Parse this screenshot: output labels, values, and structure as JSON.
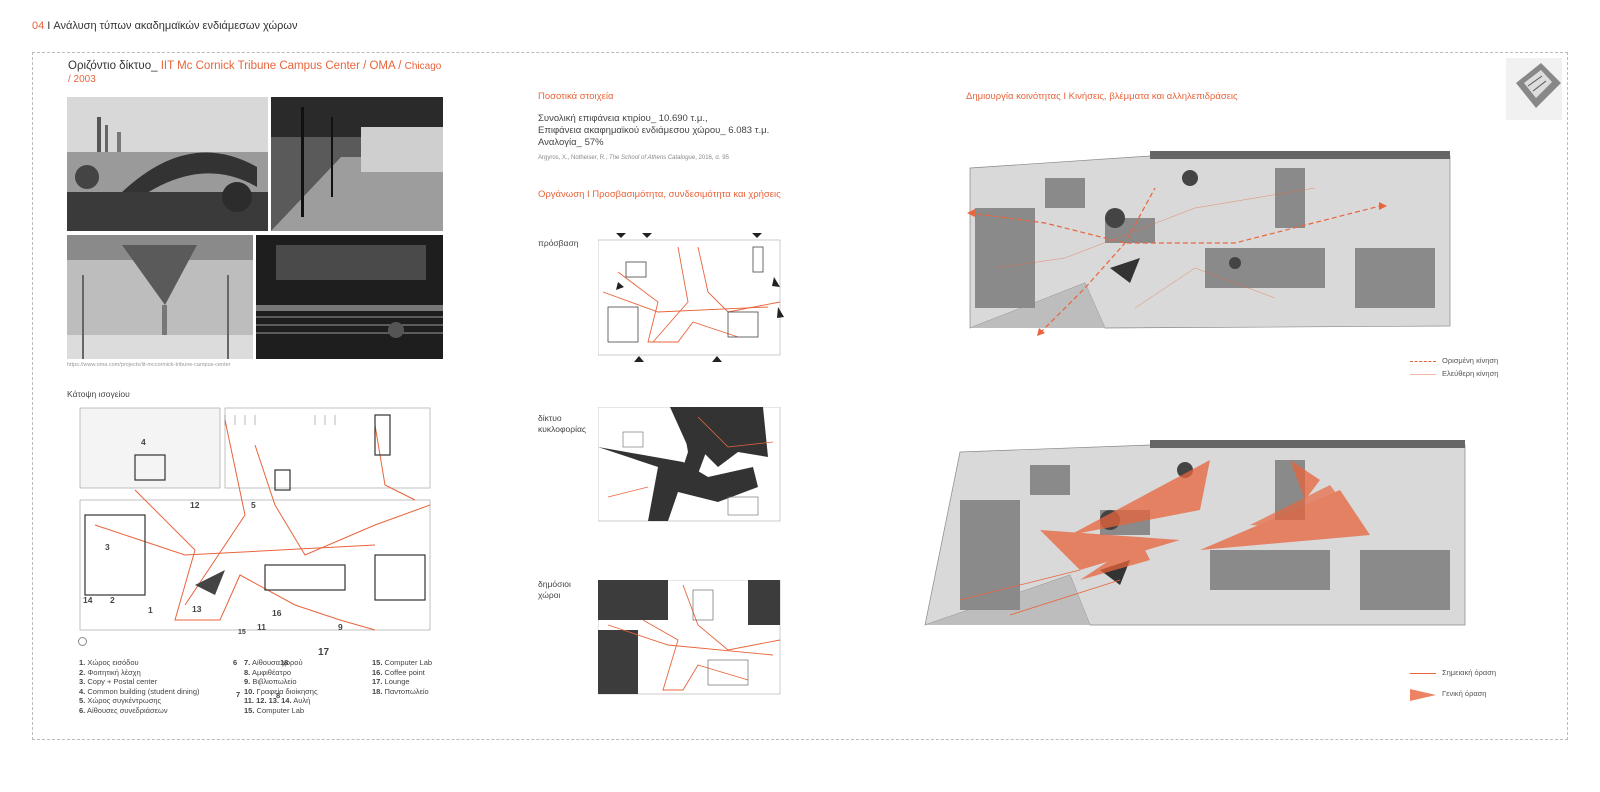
{
  "header": {
    "num": "04",
    "sep": " I ",
    "title": "Ανάλυση τύπων ακαδημαϊκών ενδιάμεσων χώρων"
  },
  "project": {
    "prefix": "Οριζόντιο δίκτυο_ ",
    "name": "IIT Mc Cornick Tribune Campus Center / OMA / ",
    "location": "Chicago",
    "year": "/ 2003"
  },
  "photo_credit": "https://www.oma.com/projects/iit-mccormick-tribune-campus-center",
  "ground_floor_label": "Κάτοψη ισογείου",
  "plan_numbers": [
    "4",
    "12",
    "5",
    "3",
    "14",
    "2",
    "1",
    "13",
    "16",
    "15",
    "11",
    "9",
    "17"
  ],
  "legend": {
    "col1": [
      {
        "n": "1.",
        "t": "Χώρος εισόδου"
      },
      {
        "n": "2.",
        "t": "Φοιτητική λέσχη"
      },
      {
        "n": "3.",
        "t": "Copy + Postal center"
      },
      {
        "n": "4.",
        "t": "Common building (student dining)"
      },
      {
        "n": "5.",
        "t": "Χώρος συγκέντρωσης"
      },
      {
        "n": "6.",
        "t": "Αίθουσες συνεδριάσεων"
      }
    ],
    "col2": [
      {
        "n": "7.",
        "t": "Αίθουσα χορού"
      },
      {
        "n": "8.",
        "t": "Αμφιθέατρο"
      },
      {
        "n": "9.",
        "t": "Βιβλιοπωλείο"
      },
      {
        "n": "10.",
        "t": "Γραφεία διοίκησης"
      },
      {
        "n": "11. 12. 13. 14.",
        "t": "Αυλή"
      },
      {
        "n": "15.",
        "t": "Computer Lab"
      }
    ],
    "col3": [
      {
        "n": "15.",
        "t": "Computer Lab"
      },
      {
        "n": "16.",
        "t": "Coffee point"
      },
      {
        "n": "17.",
        "t": "Lounge"
      },
      {
        "n": "18.",
        "t": "Παντοπωλείο"
      }
    ],
    "stray": [
      "6",
      "7",
      "18",
      "8"
    ]
  },
  "quant": {
    "heading": "Ποσοτικά στοιχεία",
    "lines": [
      "Συνολική επιφάνεια κτιρίου_ 10.690 τ.μ.,",
      "Επιφάνεια ακαφημαϊκού ενδιάμεσου χώρου_ 6.083 τ.μ.",
      "Αναλογία_ 57%"
    ],
    "cite_pre": "Argyros, X., Notheiser, R., ",
    "cite_title": "The School of Athens Catalogue",
    "cite_post": ", 2016, σ. 95"
  },
  "org": {
    "heading": "Οργάνωση I Προσβασιμότητα, συνδεσιμότητα και χρήσεις",
    "labels": [
      "πρόσβαση",
      "δίκτυο κυκλοφορίας",
      "δημόσιοι χώροι"
    ]
  },
  "community": {
    "heading": "Δημιουργία κοινότητας I Κινήσεις, βλέμματα και αλληλεπιδράσεις",
    "legend1": [
      "Ορισμένη κίνηση",
      "Ελεύθερη κίνηση"
    ],
    "legend2": [
      "Σημειακή όραση",
      "Γενική όραση"
    ]
  },
  "colors": {
    "accent": "#e8643c"
  }
}
